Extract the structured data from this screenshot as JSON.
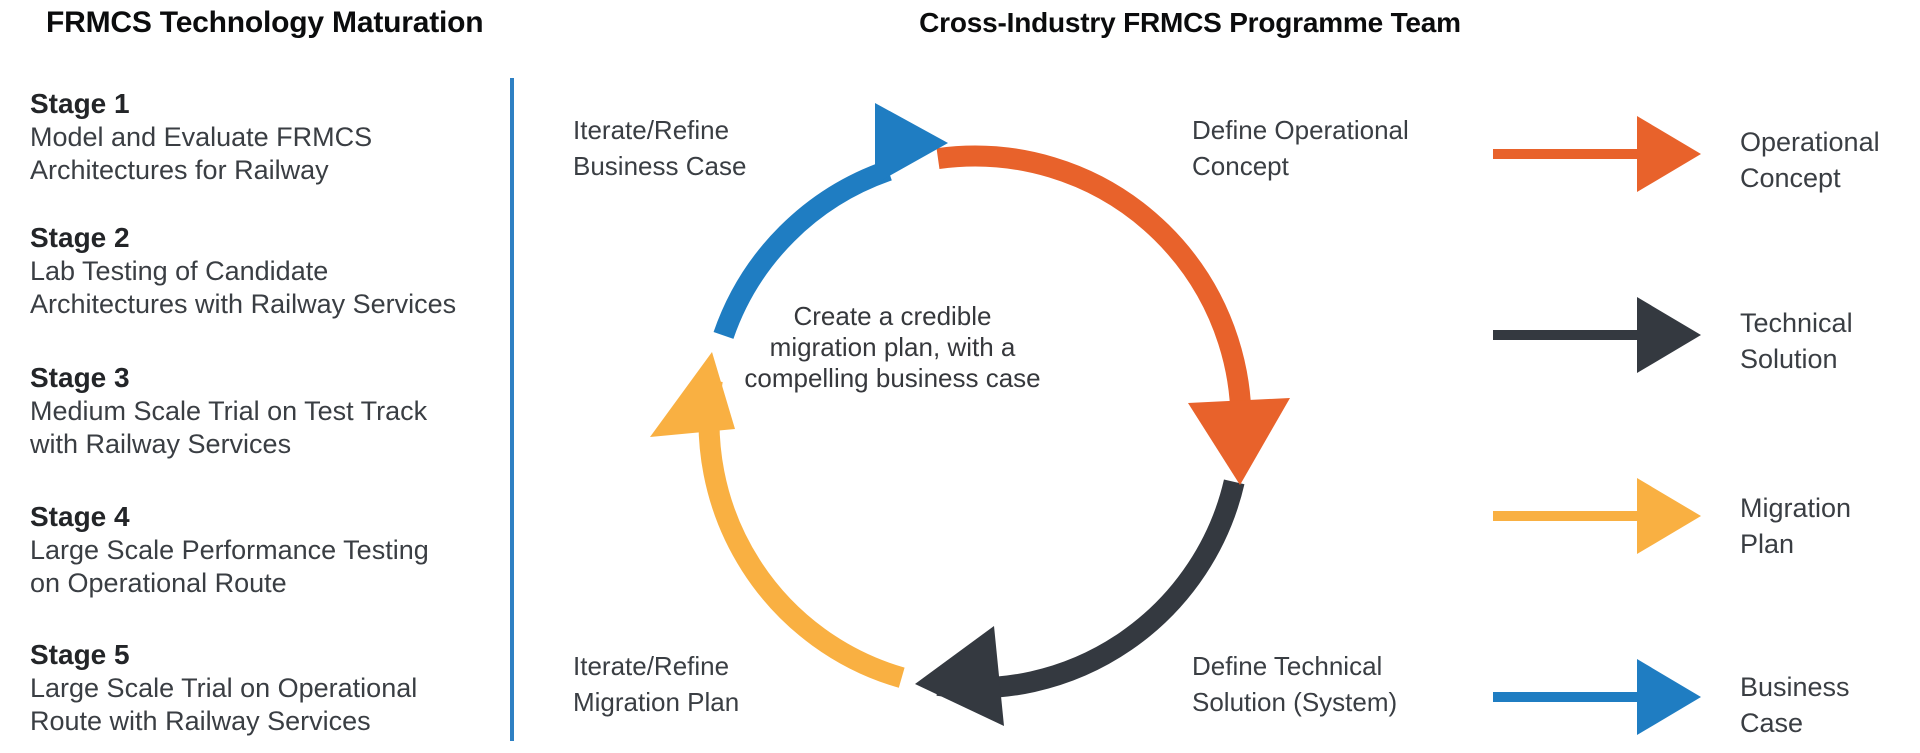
{
  "left_panel": {
    "title": "FRMCS Technology Maturation",
    "stages": [
      {
        "heading": "Stage 1",
        "lines": [
          "Model and Evaluate FRMCS",
          "Architectures for Railway"
        ]
      },
      {
        "heading": "Stage 2",
        "lines": [
          "Lab Testing of Candidate",
          "Architectures with Railway Services"
        ]
      },
      {
        "heading": "Stage 3",
        "lines": [
          "Medium Scale Trial on Test Track",
          "with Railway Services"
        ]
      },
      {
        "heading": "Stage 4",
        "lines": [
          "Large Scale Performance Testing",
          "on Operational Route"
        ]
      },
      {
        "heading": "Stage 5",
        "lines": [
          "Large Scale Trial on Operational",
          "Route with Railway Services"
        ]
      }
    ]
  },
  "right_panel": {
    "title": "Cross-Industry FRMCS Programme Team",
    "cycle": {
      "center_text": [
        "Create a credible",
        "migration plan, with a",
        "compelling business case"
      ],
      "labels": {
        "top_left": [
          "Iterate/Refine",
          "Business Case"
        ],
        "top_right": [
          "Define Operational",
          "Concept"
        ],
        "bottom_left": [
          "Iterate/Refine",
          "Migration Plan"
        ],
        "bottom_right": [
          "Define Technical",
          "Solution (System)"
        ]
      }
    },
    "legend": [
      {
        "lines": [
          "Operational",
          "Concept"
        ],
        "color": "#E8622B"
      },
      {
        "lines": [
          "Technical",
          "Solution"
        ],
        "color": "#343940"
      },
      {
        "lines": [
          "Migration",
          "Plan"
        ],
        "color": "#F9B042"
      },
      {
        "lines": [
          "Business",
          "Case"
        ],
        "color": "#1F7DC2"
      }
    ]
  },
  "colors": {
    "business_case_blue": "#1F7DC2",
    "operational_concept_orange": "#E8622B",
    "migration_plan_yellow": "#F9B042",
    "technical_solution_dark": "#343940",
    "divider_blue": "#2E80C3"
  }
}
